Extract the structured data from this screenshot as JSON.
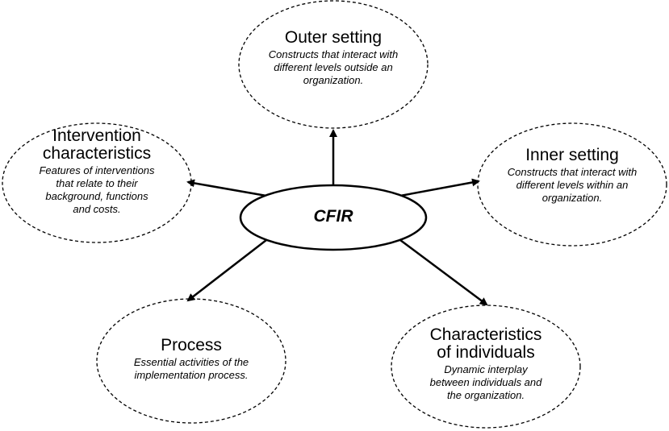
{
  "diagram": {
    "center": {
      "label": "CFIR"
    },
    "nodes": [
      {
        "id": "outer-setting",
        "title": "Outer setting",
        "description": "Constructs that interact with different levels outside an organization."
      },
      {
        "id": "intervention-characteristics",
        "title": "Intervention characteristics",
        "description": "Features of interventions that relate to their background, functions and costs."
      },
      {
        "id": "inner-setting",
        "title": "Inner setting",
        "description": "Constructs that interact with different levels within an organization."
      },
      {
        "id": "process",
        "title": "Process",
        "description": "Essential activities of the implementation process."
      },
      {
        "id": "characteristics-of-individuals",
        "title": "Characteristics of individuals",
        "description": "Dynamic interplay between individuals and the organization."
      }
    ],
    "colors": {
      "stroke": "#000000",
      "background": "#ffffff"
    }
  }
}
